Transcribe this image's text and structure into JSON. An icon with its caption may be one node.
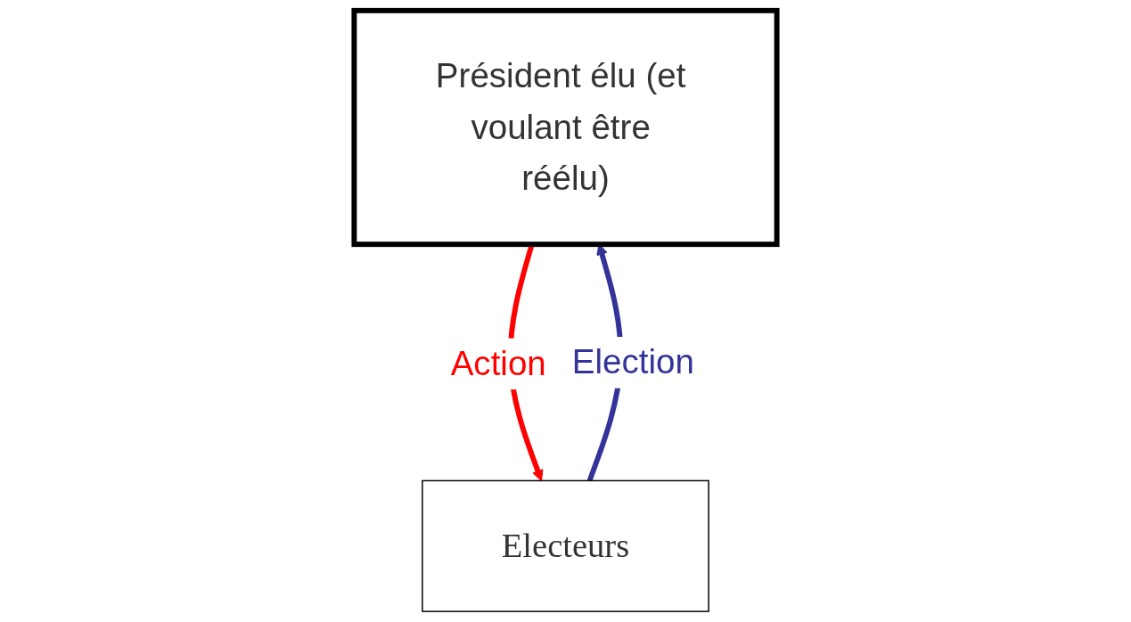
{
  "diagram": {
    "nodes": [
      {
        "text": [
          "Président élu (et voulant être réélu)"
        ]
      },
      {
        "text": [
          "Electeurs"
        ]
      }
    ],
    "edges": [
      {
        "from": 0,
        "to": 1,
        "arrow": "to",
        "label": "Action",
        "color": "#ff0000"
      },
      {
        "from": 1,
        "to": 0,
        "arrow": "to",
        "label": "Election",
        "color": "#333399"
      }
    ]
  }
}
